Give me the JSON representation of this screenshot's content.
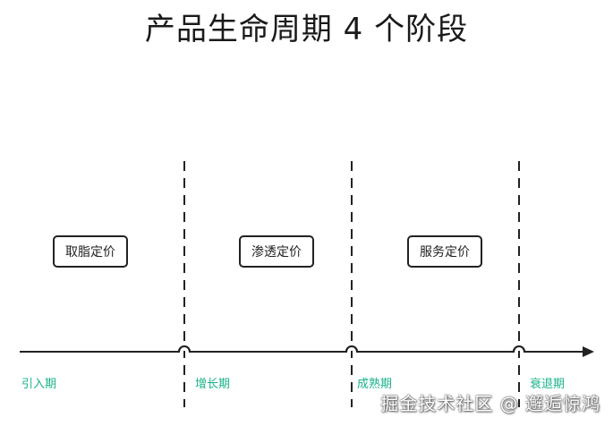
{
  "title": "产品生命周期 4 个阶段",
  "pricing_boxes": [
    {
      "label": "取脂定价"
    },
    {
      "label": "渗透定价"
    },
    {
      "label": "服务定价"
    }
  ],
  "stages": [
    {
      "label": "引入期"
    },
    {
      "label": "增长期"
    },
    {
      "label": "成熟期"
    },
    {
      "label": "衰退期"
    }
  ],
  "watermark": "掘金技术社区 @ 邂逅惊鸿",
  "colors": {
    "stage_label": "#19b38a",
    "line": "#222222"
  }
}
